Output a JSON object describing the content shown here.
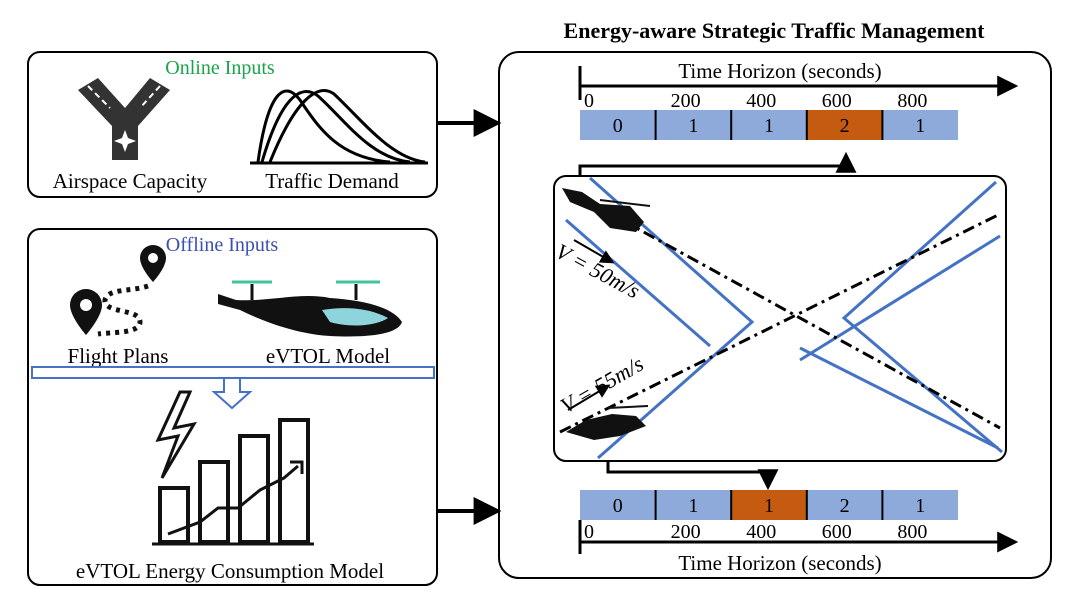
{
  "title": "Energy-aware Strategic Traffic Management",
  "online": {
    "title": "Online Inputs",
    "title_color": "#1aa34a",
    "airspace_label": "Airspace Capacity",
    "demand_label": "Traffic Demand"
  },
  "offline": {
    "title": "Offline Inputs",
    "title_color": "#3b4fb0",
    "flight_plans_label": "Flight Plans",
    "evtol_label": "eVTOL Model",
    "energy_label": "eVTOL Energy Consumption Model"
  },
  "top_timeline": {
    "axis_label": "Time Horizon (seconds)",
    "ticks": [
      "0",
      "200",
      "400",
      "600",
      "800"
    ],
    "cells": [
      "0",
      "1",
      "1",
      "2",
      "1"
    ],
    "highlight_index": 3
  },
  "bottom_timeline": {
    "axis_label": "Time Horizon (seconds)",
    "ticks": [
      "0",
      "200",
      "400",
      "600",
      "800"
    ],
    "cells": [
      "0",
      "1",
      "1",
      "2",
      "1"
    ],
    "highlight_index": 2
  },
  "speeds": {
    "upper": "V = 50m/s",
    "lower": "V = 55m/s"
  },
  "colors": {
    "cell_blue": "#8eaadb",
    "cell_highlight": "#c55a11",
    "route_blue": "#4472c4"
  }
}
